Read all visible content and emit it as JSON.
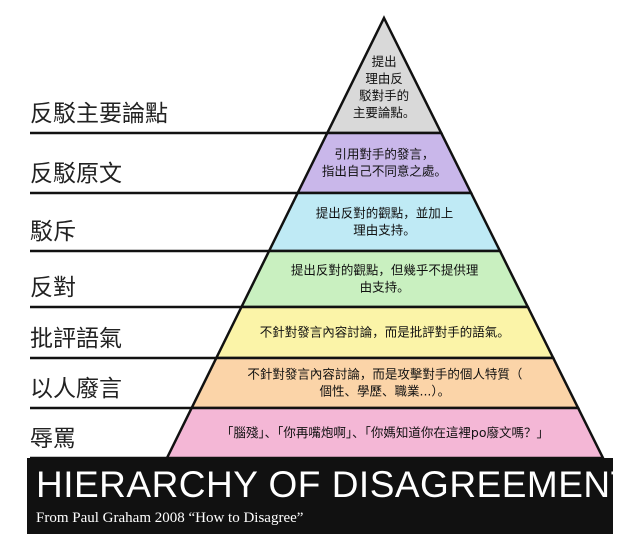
{
  "levels": [
    {
      "label": "反駁主要論點",
      "desc_lines": [
        "提出",
        "理由反",
        "駁對手的",
        "主要論點。"
      ],
      "color": "#d9d9d9"
    },
    {
      "label": "反駁原文",
      "desc_lines": [
        "引用對手的發言，",
        "指出自己不同意之處。"
      ],
      "color": "#c9b7ea"
    },
    {
      "label": "駁斥",
      "desc_lines": [
        "提出反對的觀點，並加上",
        "理由支持。"
      ],
      "color": "#bfeaf5"
    },
    {
      "label": "反對",
      "desc_lines": [
        "提出反對的觀點，但幾乎不提供理",
        "由支持。"
      ],
      "color": "#c9f0c0"
    },
    {
      "label": "批評語氣",
      "desc_lines": [
        "不針對發言內容討論，而是批評對手的語氣。"
      ],
      "color": "#fbf4a8"
    },
    {
      "label": "以人廢言",
      "desc_lines": [
        "不針對發言內容討論，而是攻擊對手的個人特質（",
        "個性、學歷、職業...）。"
      ],
      "color": "#fbd4a8"
    },
    {
      "label": "辱罵",
      "desc_lines": [
        "「腦殘」、「你再嘴炮啊」、「你媽知道你在這裡po廢文嗎？」"
      ],
      "color": "#f4b7d6"
    }
  ],
  "banner": {
    "title": "HIERARCHY OF DISAGREEMENT",
    "subtitle": "From Paul Graham 2008 “How to Disagree”"
  }
}
